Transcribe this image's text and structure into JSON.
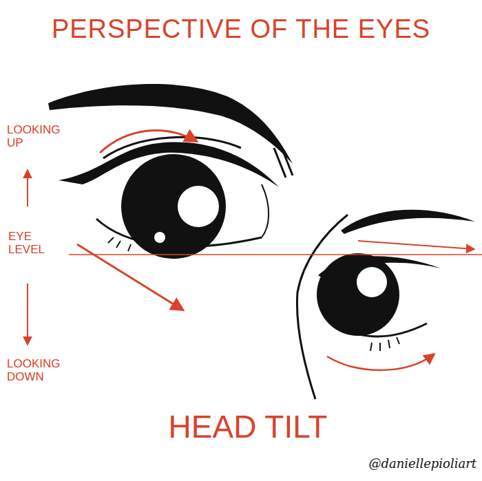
{
  "diagram": {
    "title": "PERSPECTIVE OF THE EYES",
    "labels": [
      "LOOKING UP",
      "EYE LEVEL",
      "LOOKING DOWN",
      "HEAD TILT",
      "@daniellepioliart"
    ]
  }
}
